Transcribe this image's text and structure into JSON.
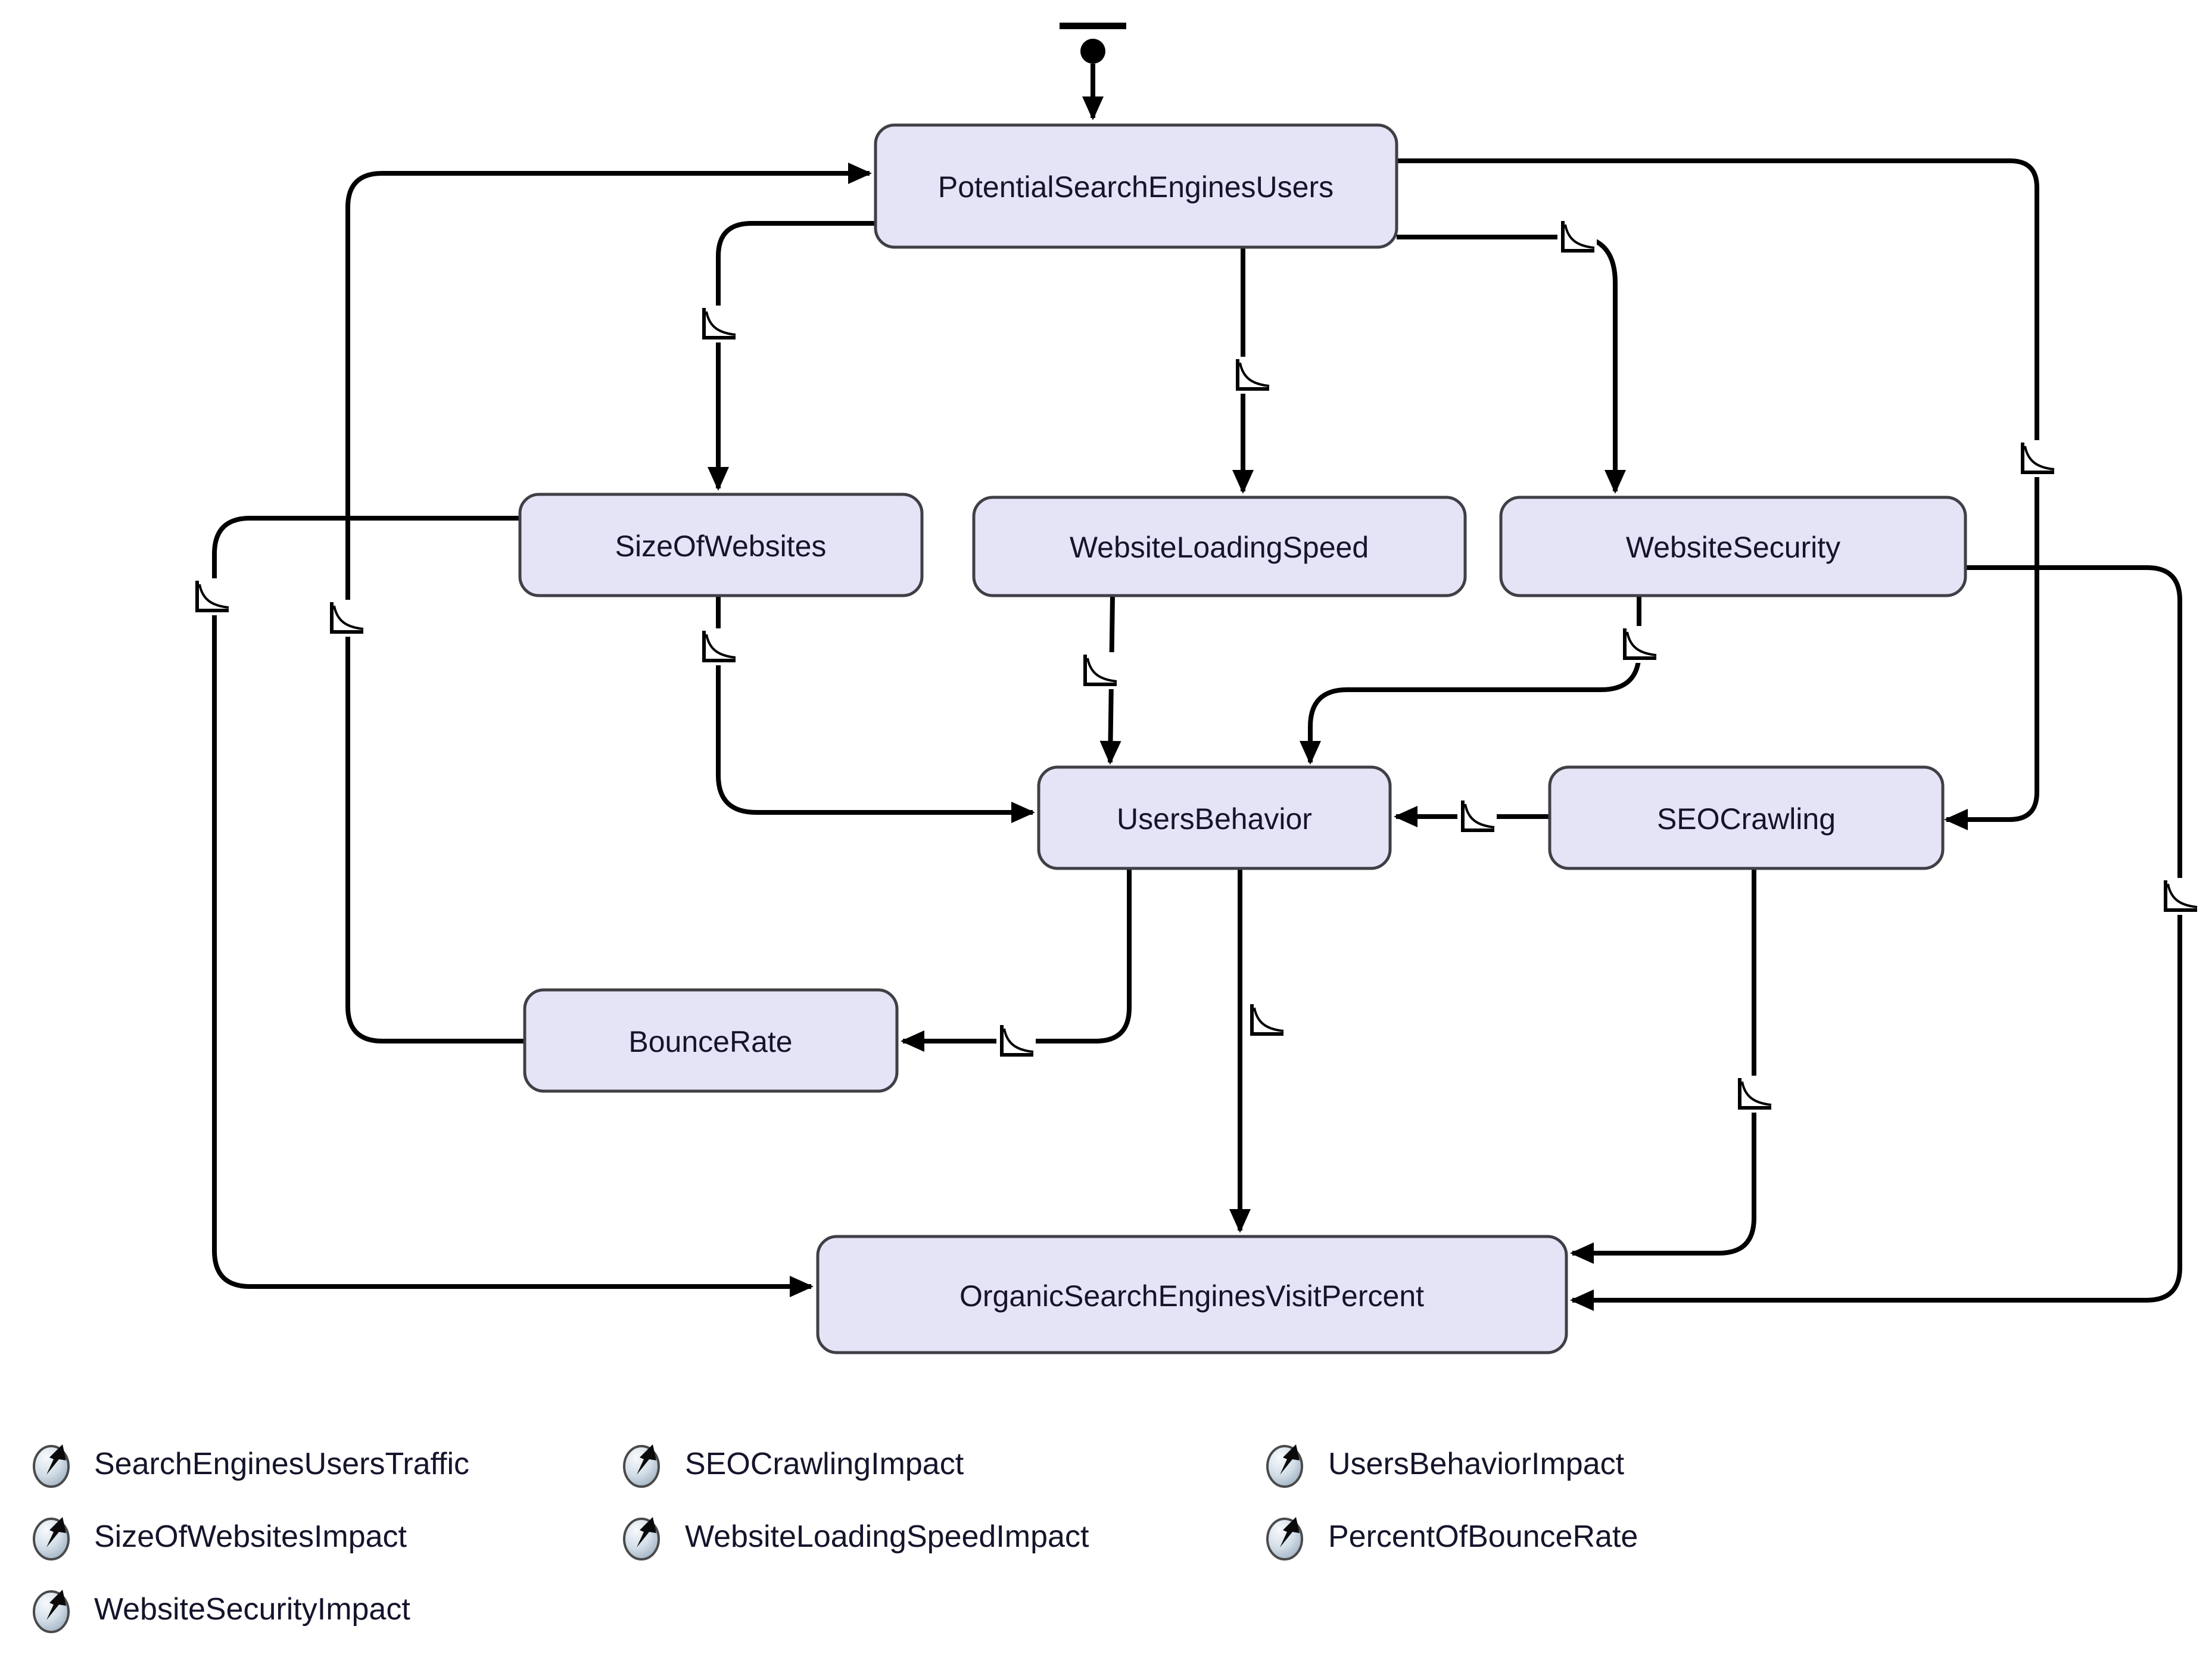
{
  "diagram": {
    "type": "statechart",
    "initial_state_target": "PotentialSearchEnginesUsers",
    "nodes": [
      {
        "id": "PotentialSearchEnginesUsers",
        "label": "PotentialSearchEnginesUsers"
      },
      {
        "id": "SizeOfWebsites",
        "label": "SizeOfWebsites"
      },
      {
        "id": "WebsiteLoadingSpeed",
        "label": "WebsiteLoadingSpeed"
      },
      {
        "id": "WebsiteSecurity",
        "label": "WebsiteSecurity"
      },
      {
        "id": "UsersBehavior",
        "label": "UsersBehavior"
      },
      {
        "id": "SEOCrawling",
        "label": "SEOCrawling"
      },
      {
        "id": "BounceRate",
        "label": "BounceRate"
      },
      {
        "id": "OrganicSearchEnginesVisitPercent",
        "label": "OrganicSearchEnginesVisitPercent"
      }
    ],
    "edges": [
      {
        "from": "initial",
        "to": "PotentialSearchEnginesUsers",
        "icon": null
      },
      {
        "from": "PotentialSearchEnginesUsers",
        "to": "SizeOfWebsites",
        "icon": "graph-function"
      },
      {
        "from": "PotentialSearchEnginesUsers",
        "to": "WebsiteLoadingSpeed",
        "icon": "graph-function"
      },
      {
        "from": "PotentialSearchEnginesUsers",
        "to": "WebsiteSecurity",
        "icon": "graph-function"
      },
      {
        "from": "PotentialSearchEnginesUsers",
        "to": "SEOCrawling",
        "icon": "graph-function"
      },
      {
        "from": "SizeOfWebsites",
        "to": "UsersBehavior",
        "icon": "graph-function"
      },
      {
        "from": "WebsiteLoadingSpeed",
        "to": "UsersBehavior",
        "icon": "graph-function"
      },
      {
        "from": "WebsiteSecurity",
        "to": "UsersBehavior",
        "icon": "graph-function"
      },
      {
        "from": "WebsiteSecurity",
        "to": "OrganicSearchEnginesVisitPercent",
        "icon": "graph-function"
      },
      {
        "from": "SEOCrawling",
        "to": "UsersBehavior",
        "icon": "graph-function"
      },
      {
        "from": "SEOCrawling",
        "to": "OrganicSearchEnginesVisitPercent",
        "icon": "graph-function"
      },
      {
        "from": "UsersBehavior",
        "to": "BounceRate",
        "icon": "graph-function"
      },
      {
        "from": "UsersBehavior",
        "to": "OrganicSearchEnginesVisitPercent",
        "icon": "graph-function"
      },
      {
        "from": "BounceRate",
        "to": "PotentialSearchEnginesUsers",
        "icon": "graph-function"
      },
      {
        "from": "SizeOfWebsites",
        "to": "OrganicSearchEnginesVisitPercent",
        "icon": "graph-function"
      }
    ]
  },
  "legend": {
    "items": [
      {
        "icon": "dynamic-variable-icon",
        "label": "SearchEnginesUsersTraffic"
      },
      {
        "icon": "dynamic-variable-icon",
        "label": "SEOCrawlingImpact"
      },
      {
        "icon": "dynamic-variable-icon",
        "label": "UsersBehaviorImpact"
      },
      {
        "icon": "dynamic-variable-icon",
        "label": "SizeOfWebsitesImpact"
      },
      {
        "icon": "dynamic-variable-icon",
        "label": "WebsiteLoadingSpeedImpact"
      },
      {
        "icon": "dynamic-variable-icon",
        "label": "PercentOfBounceRate"
      },
      {
        "icon": "dynamic-variable-icon",
        "label": "WebsiteSecurityImpact"
      }
    ]
  },
  "colors": {
    "node_fill": "#e4e4f6",
    "node_border": "#3f3f46",
    "edge": "#000000",
    "text": "#14142b",
    "background": "#ffffff"
  }
}
